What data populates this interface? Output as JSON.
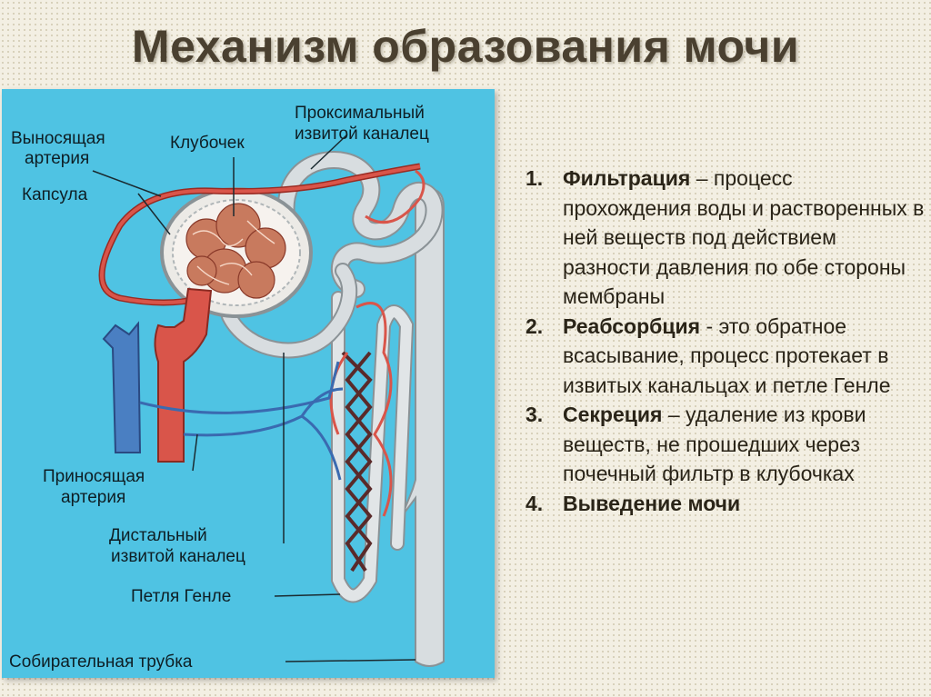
{
  "title": "Механизм образования мочи",
  "diagram": {
    "labels": {
      "efferent_artery_1": "Выносящая",
      "efferent_artery_2": "артерия",
      "glomerulus": "Клубочек",
      "capsule": "Капсула",
      "proximal_1": "Проксимальный",
      "proximal_2": "извитой каналец",
      "afferent_1": "Приносящая",
      "afferent_2": "артерия",
      "distal_1": "Дистальный",
      "distal_2": "извитой каналец",
      "henle": "Петля Генле",
      "collecting": "Собирательная трубка"
    },
    "colors": {
      "background": "#4fc3e3",
      "artery": "#d9554a",
      "vein": "#4a7fc2",
      "tubule": "#d8dde0",
      "glomerulus": "#c87a5e"
    }
  },
  "processes": [
    {
      "num": "1.",
      "term": "Фильтрация",
      "desc": " – процесс прохождения воды и растворенных в ней веществ под действием разности давления по обе стороны мембраны"
    },
    {
      "num": "2.",
      "term": "Реабсорбция",
      "desc": " - это обратное всасывание, процесс протекает в извитых канальцах и петле Генле"
    },
    {
      "num": "3.",
      "term": "Секреция",
      "desc": " – удаление из крови веществ, не прошедших через почечный фильтр в клубочках"
    },
    {
      "num": "4.",
      "term": "Выведение мочи",
      "desc": ""
    }
  ]
}
